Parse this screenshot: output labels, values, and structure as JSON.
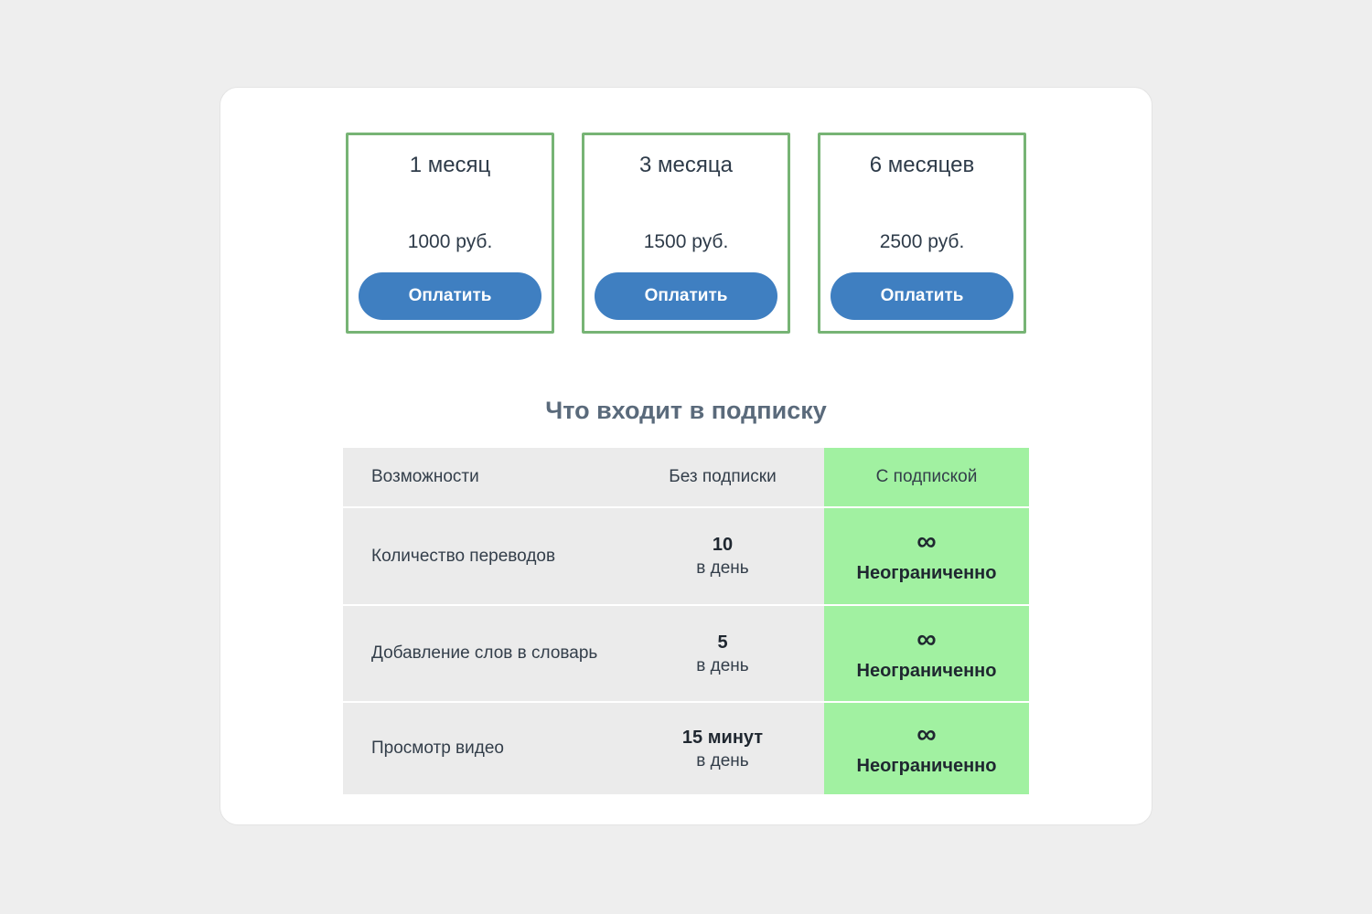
{
  "plans": [
    {
      "duration": "1 месяц",
      "price": "1000 руб.",
      "pay_label": "Оплатить"
    },
    {
      "duration": "3 месяца",
      "price": "1500 руб.",
      "pay_label": "Оплатить"
    },
    {
      "duration": "6 месяцев",
      "price": "2500 руб.",
      "pay_label": "Оплатить"
    }
  ],
  "comparison": {
    "title": "Что входит в подписку",
    "headers": {
      "feature": "Возможности",
      "without": "Без подписки",
      "with": "С подпиской"
    },
    "rows": [
      {
        "feature": "Количество переводов",
        "without_value": "10",
        "without_unit": "в день",
        "with_icon": "∞",
        "with_value": "Неограниченно"
      },
      {
        "feature": "Добавление слов в словарь",
        "without_value": "5",
        "without_unit": "в день",
        "with_icon": "∞",
        "with_value": "Неограниченно"
      },
      {
        "feature": "Просмотр видео",
        "without_value": "15 минут",
        "without_unit": "в день",
        "with_icon": "∞",
        "with_value": "Неограниченно"
      }
    ]
  },
  "colors": {
    "page_background": "#eeeeee",
    "panel_background": "#ffffff",
    "card_border_green": "#77b475",
    "button_blue": "#3f7fc1",
    "highlight_green": "#a1f1a1",
    "cell_gray": "#ebebeb",
    "title_slate": "#5a6a7b",
    "text_dark": "#333e4a"
  }
}
